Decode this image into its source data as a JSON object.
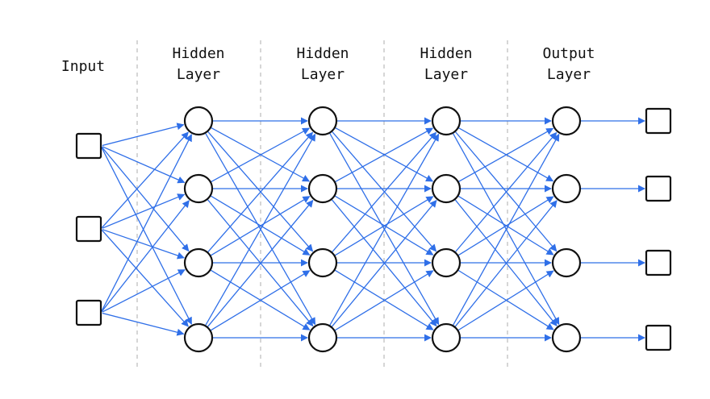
{
  "labels": {
    "input": "Input",
    "hidden1": [
      "Hidden",
      "Layer"
    ],
    "hidden2": [
      "Hidden",
      "Layer"
    ],
    "hidden3": [
      "Hidden",
      "Layer"
    ],
    "output": [
      "Output",
      "Layer"
    ]
  },
  "network": {
    "input_count": 3,
    "hidden_layers": [
      4,
      4,
      4
    ],
    "output_count": 4,
    "result_count": 4
  },
  "colors": {
    "edge": "#2f6fe8",
    "node_stroke": "#111111",
    "divider": "#c4c4c4"
  }
}
